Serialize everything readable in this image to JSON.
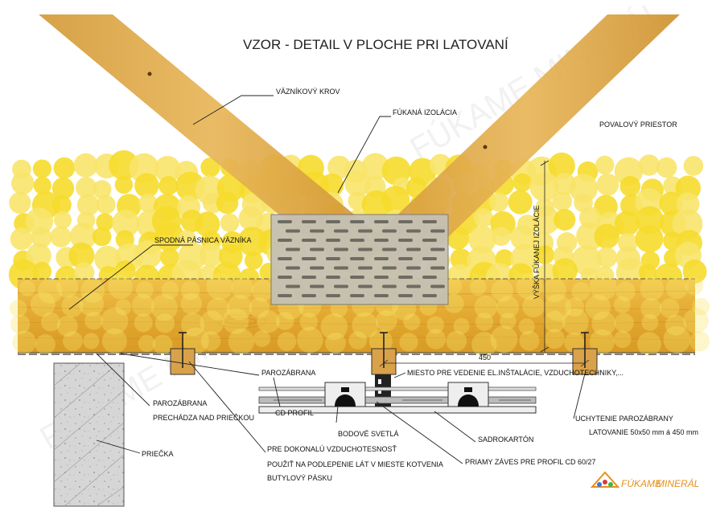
{
  "title": "VZOR - DETAIL V PLOCHE PRI LATOVANÍ",
  "labels": {
    "truss_roof": "VÄZNÍKOVÝ KROV",
    "blown_insulation": "FÚKANÁ IZOLÁCIA",
    "attic_space": "POVALOVÝ PRIESTOR",
    "bottom_chord": "SPODNÁ PÁSNICA VÄZNÍKA",
    "insulation_height": "VÝŠKA FÚKANEJ IZOLÁCIE",
    "dimension_450": "450",
    "vapor_barrier": "PAROZÁBRANA",
    "installation_space": "MIESTO PRE VEDENIE EL.INŠTALÁCIE, VZDUCHOTECHNIKY,...",
    "vapor_barrier_2": "PAROZÁBRANA",
    "over_partition": "PRECHÁDZA NAD PRIEČKOU",
    "cd_profile": "CD PROFIL",
    "spot_lights": "BODOVÉ SVETLÁ",
    "drywall": "SADROKARTÓN",
    "direct_hanger": "PRIAMY ZÁVES PRE PROFIL CD 60/27",
    "partition": "PRIEČKA",
    "airtightness_1": "PRE DOKONALÚ VZDUCHOTESNOSŤ",
    "airtightness_2": "POUŽIŤ NA PODLEPENIE LÁT V MIESTE KOTVENIA",
    "airtightness_3": "BUTYLOVÝ PÁSKU",
    "vapor_fix": "UCHYTENIE PAROZÁBRANY",
    "battens": "LATOVANIE 50x50 mm   á 450 mm"
  },
  "logo": {
    "part1": "FÚKAME",
    "part2": "MINERÁL"
  },
  "colors": {
    "wood": "#e8b43a",
    "wood_dark": "#a8741a",
    "insulation": "#f6dc2c",
    "insulation_light": "#f8e46a",
    "plate": "#bfbcb0",
    "concrete": "#d4d4d4",
    "logo_orange": "#e8901c"
  }
}
